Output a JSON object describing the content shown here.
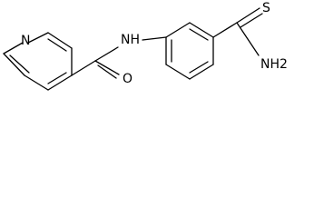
{
  "molecule": {
    "atoms": {
      "pyridine_n": "N",
      "amide_nh": "NH",
      "amide_o": "O",
      "thio_s": "S",
      "thio_nh2": "NH2"
    },
    "colors": {
      "bond": "#000000",
      "label": "#000000",
      "background": "#ffffff"
    }
  }
}
